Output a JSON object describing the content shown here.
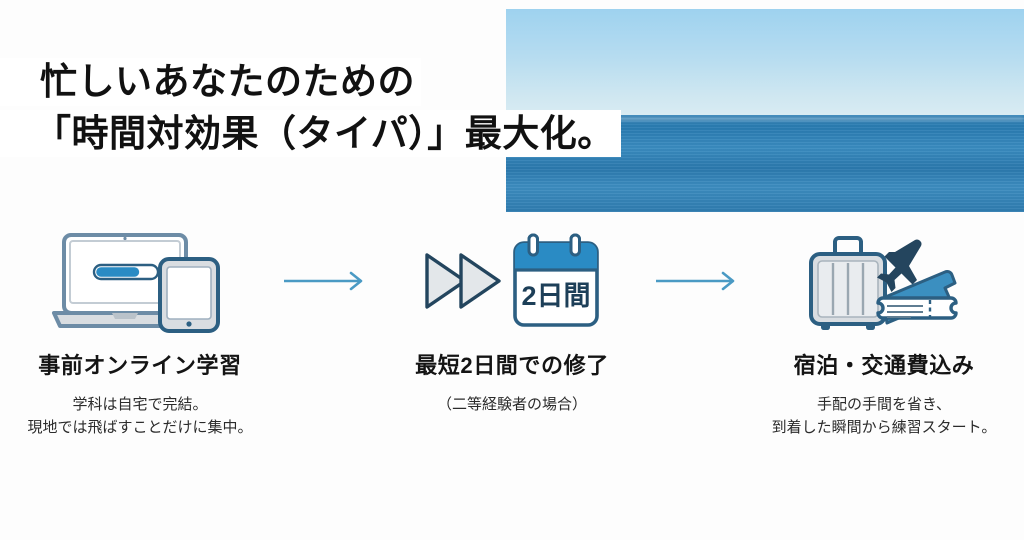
{
  "palette": {
    "background": "#fdfdfd",
    "headline_bg": "#ffffff",
    "headline_text": "#111111",
    "icon_outline": "#2c5f82",
    "icon_blue": "#2a8bc4",
    "icon_gray": "#d9dde1",
    "arrow": "#4a9ac4",
    "sky": "#b6dcf0",
    "sea": "#2d7fb4"
  },
  "hero": {
    "photo_name": "ocean-horizon-photo",
    "sky_color": "#b6dcf0",
    "sea_color": "#2d7fb4"
  },
  "headline": {
    "line_1": "忙しいあなたのための",
    "line_2": "「時間対効果（タイパ）」最大化。"
  },
  "arrows": {
    "first": "arrow-right-icon",
    "second": "arrow-right-icon"
  },
  "steps": [
    {
      "icon": "laptop-tablet-icon",
      "title": "事前オンライン学習",
      "caption": "学科は自宅で完結。\n現地では飛ばすことだけに集中。",
      "progress_percent": 70
    },
    {
      "icon": "calendar-fastforward-icon",
      "title": "最短2日間での修了",
      "caption": "（二等経験者の場合）",
      "calendar_label": "2日間"
    },
    {
      "icon": "suitcase-plane-ticket-icon",
      "title": "宿泊・交通費込み",
      "caption": "手配の手間を省き、\n到着した瞬間から練習スタート。"
    }
  ]
}
